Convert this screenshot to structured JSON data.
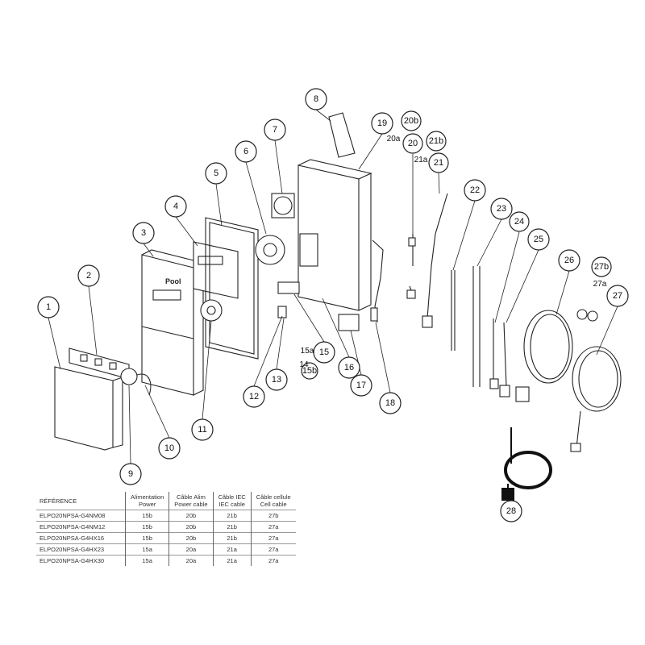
{
  "callouts": [
    "1",
    "2",
    "3",
    "4",
    "5",
    "6",
    "7",
    "8",
    "9",
    "10",
    "11",
    "12",
    "13",
    "15",
    "16",
    "17",
    "18",
    "19",
    "20",
    "20b",
    "21",
    "21b",
    "22",
    "23",
    "24",
    "25",
    "26",
    "27",
    "27b",
    "28",
    "15b"
  ],
  "labels": {
    "c20a": "20a",
    "c21a": "21a",
    "c27a": "27a",
    "c15a": "15a",
    "c14": "14"
  },
  "device_logo": "Pool",
  "table": {
    "headers": [
      "RÉFÉRENCE",
      "Alimentation\nPower",
      "Câble Alim\nPower cable",
      "Câble IEC\nIEC cable",
      "Câble cellule\nCell cable"
    ],
    "header_lines": [
      [
        "RÉFÉRENCE",
        ""
      ],
      [
        "Alimentation",
        "Power"
      ],
      [
        "Câble Alim",
        "Power cable"
      ],
      [
        "Câble IEC",
        "IEC cable"
      ],
      [
        "Câble cellule",
        "Cell cable"
      ]
    ],
    "rows": [
      [
        "ELPO20NPSA-G4NM08",
        "15b",
        "20b",
        "21b",
        "27b"
      ],
      [
        "ELPO20NPSA-G4NM12",
        "15b",
        "20b",
        "21b",
        "27a"
      ],
      [
        "ELPO20NPSA-G4HX16",
        "15b",
        "20b",
        "21b",
        "27a"
      ],
      [
        "ELPO20NPSA-G4HX23",
        "15a",
        "20a",
        "21a",
        "27a"
      ],
      [
        "ELPO20NPSA-G4HX30",
        "15a",
        "20a",
        "21a",
        "27a"
      ]
    ]
  }
}
